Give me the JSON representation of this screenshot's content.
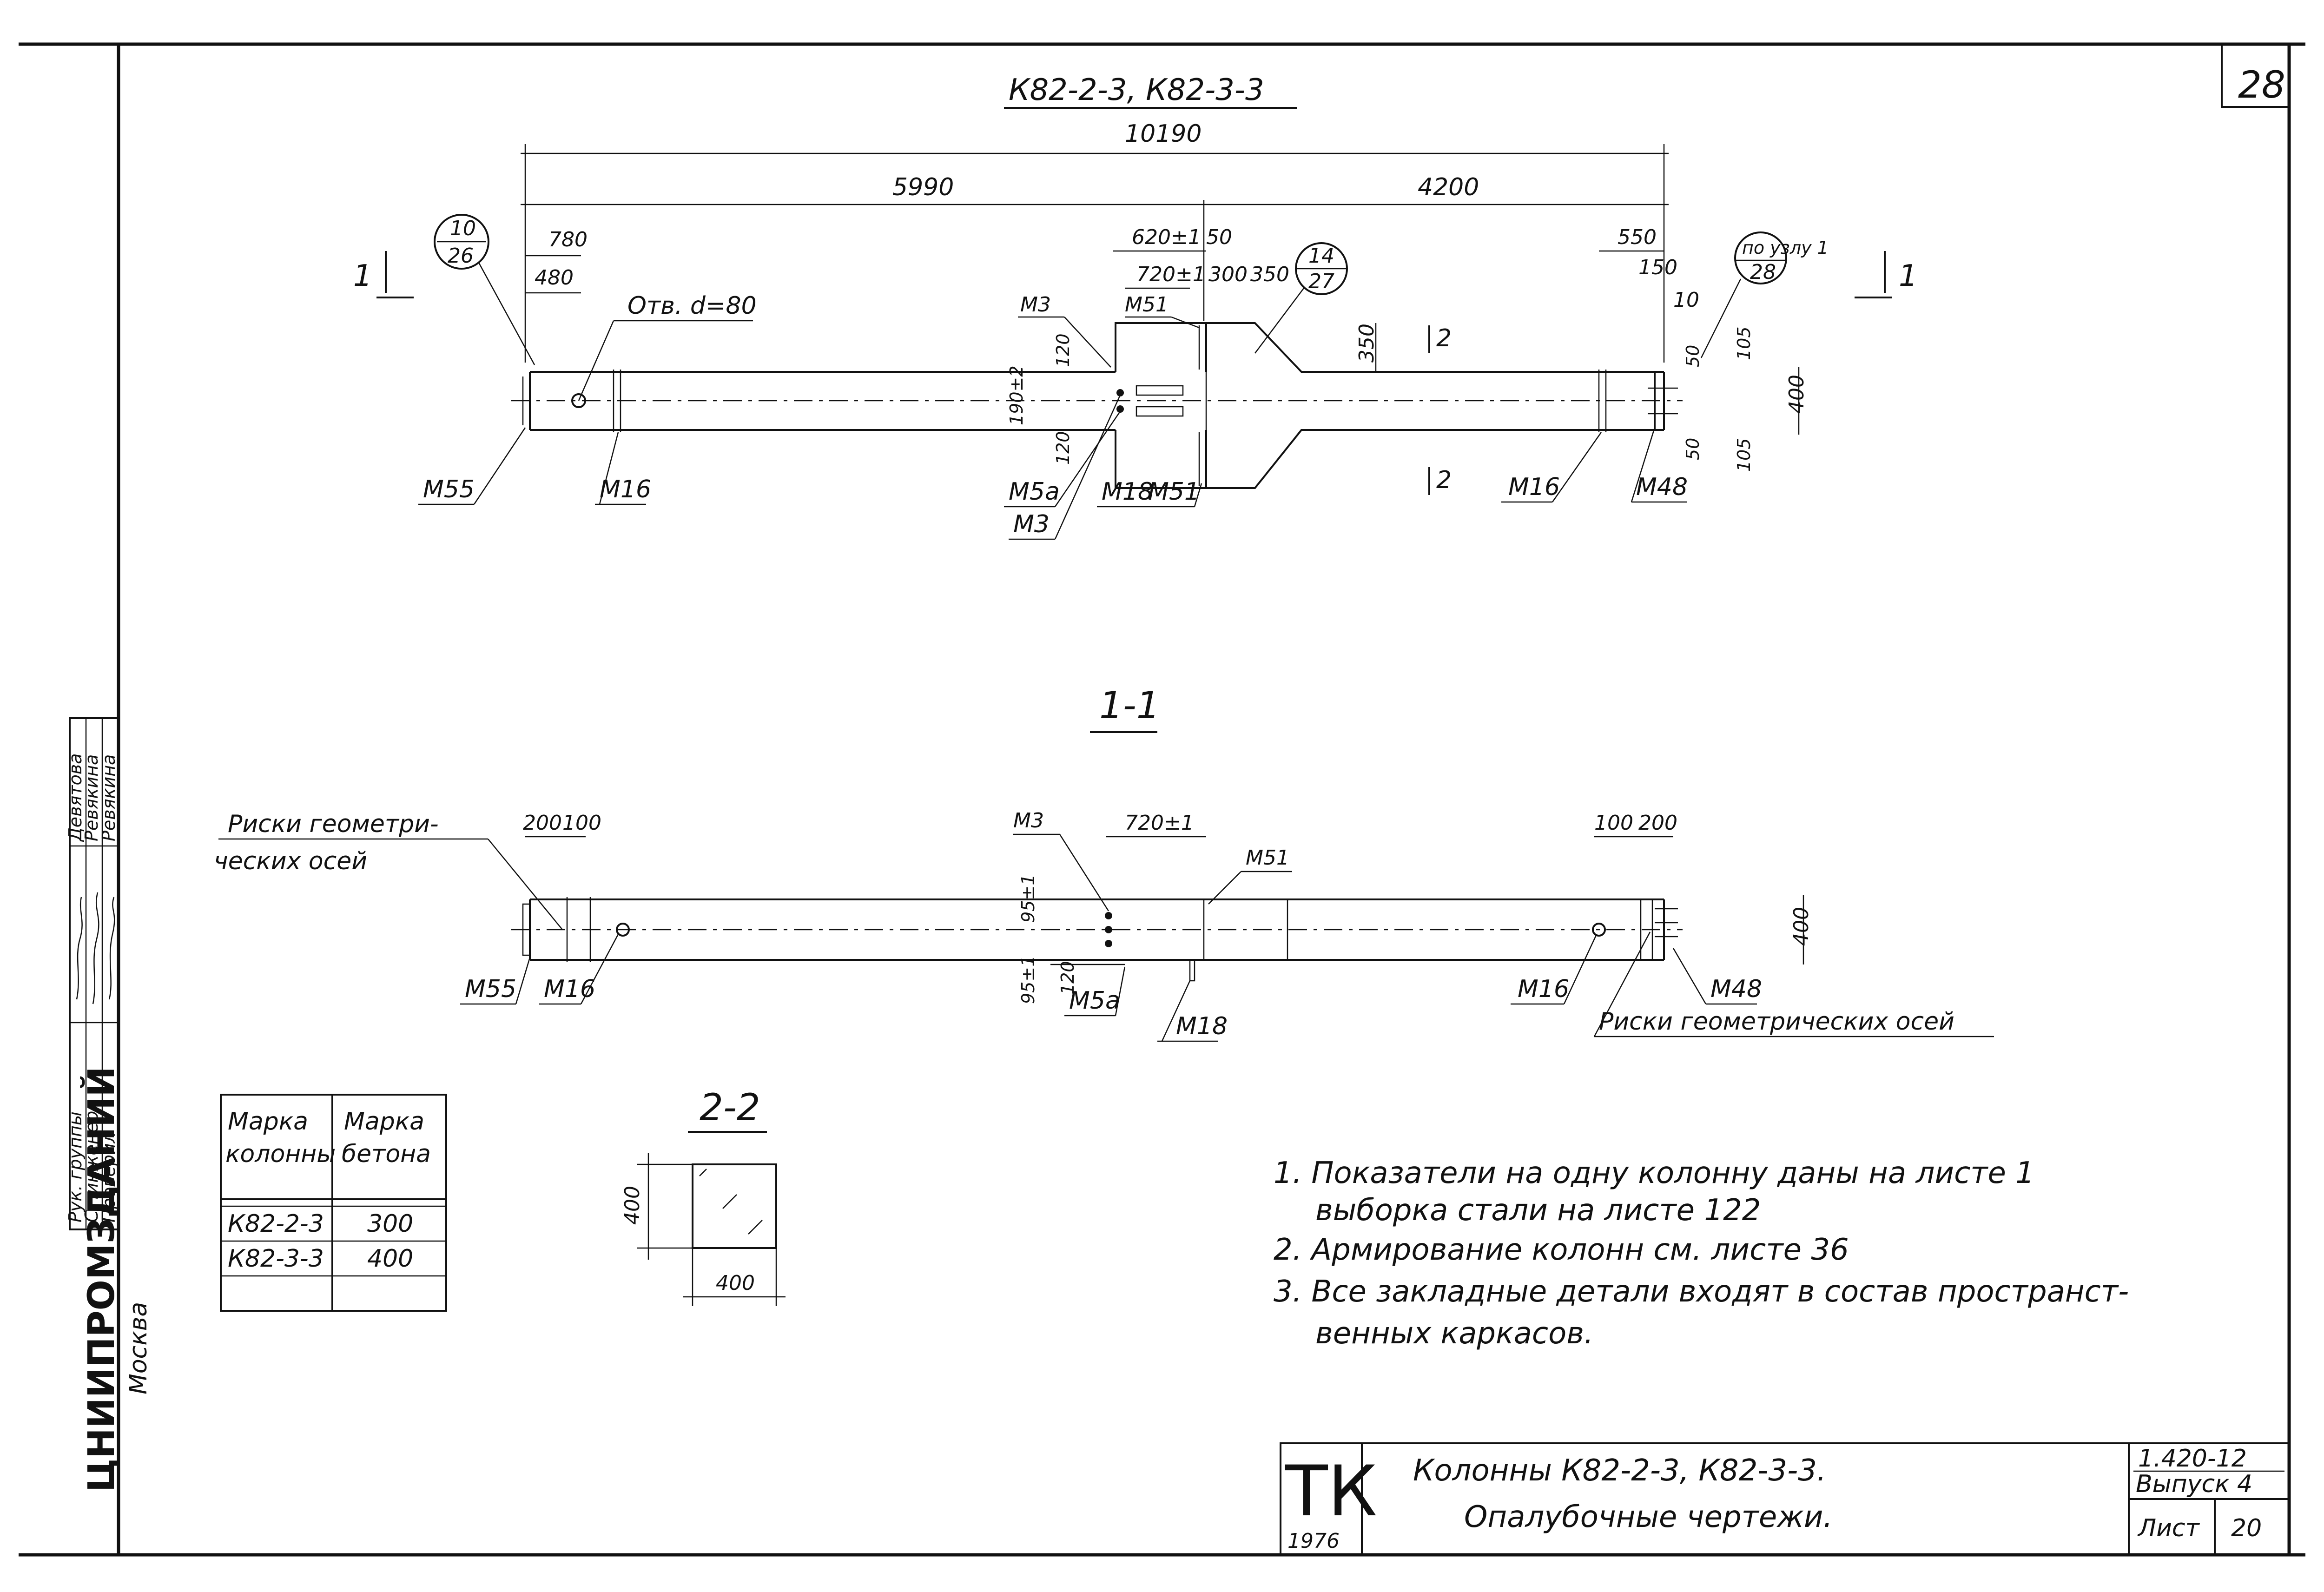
{
  "sheet_number": "28",
  "top_view": {
    "title": "К82-2-3, К82-3-3",
    "dims": {
      "overall": "10190",
      "left": "5990",
      "right": "4200",
      "d780": "780",
      "d480": "480",
      "d620": "620±1",
      "d50a": "50",
      "d720": "720±1",
      "d300": "300",
      "d350a": "350",
      "d550": "550",
      "d150": "150",
      "d10": "10",
      "d350b": "350",
      "d120a": "120",
      "d190": "190±2",
      "d120b": "120",
      "d50b": "50",
      "d50c": "50",
      "d105a": "105",
      "d105b": "105",
      "d400": "400"
    },
    "hole_label": "Отв. d=80",
    "bubble_left": {
      "top": "10",
      "bottom": "26"
    },
    "bubble_mid": {
      "top": "14",
      "bottom": "27"
    },
    "bubble_right": {
      "top": "по узлу 1",
      "bottom": "28"
    },
    "labels": {
      "m3_top": "М3",
      "m51_top": "М51",
      "m55": "М55",
      "m16_left": "М16",
      "m5a": "М5а",
      "m3_bottom": "М3",
      "m18": "М18",
      "m51_bottom": "М51",
      "m16_right": "М16",
      "m48": "М48"
    },
    "section_1_left": "1",
    "section_1_right": "1",
    "section_2_top": "2",
    "section_2_bottom": "2"
  },
  "section_1_1": {
    "title": "1-1",
    "risk_left": [
      "Риски геометри-",
      "ческих осей"
    ],
    "risk_right": "Риски геометрических осей",
    "dims": {
      "d200a": "200",
      "d100a": "100",
      "d720": "720±1",
      "d100b": "100",
      "d200b": "200",
      "d95a": "95±1",
      "d95b": "95±1",
      "d120": "120",
      "d400": "400"
    },
    "labels": {
      "m3": "М3",
      "m51": "М51",
      "m55": "М55",
      "m16_left": "М16",
      "m5a": "М5а",
      "m18": "М18",
      "m16_right": "М16",
      "m48": "М48"
    }
  },
  "section_2_2": {
    "title": "2-2",
    "dim_h": "400",
    "dim_w": "400"
  },
  "concrete_table": {
    "headers": [
      [
        "Марка",
        "колонны"
      ],
      [
        "Марка",
        "бетона"
      ]
    ],
    "rows": [
      [
        "К82-2-3",
        "300"
      ],
      [
        "К82-3-3",
        "400"
      ],
      [
        "",
        ""
      ]
    ]
  },
  "notes": [
    "1. Показатели на одну колонну даны на листе 1",
    "выборка стали на листе 122",
    "2. Армирование колонн см. листе 36",
    "3. Все закладные детали входят в состав пространст-",
    "венных каркасов."
  ],
  "side_stamp": {
    "org": "ЦНИИПРОМЗДАНИЙ",
    "city": "Москва",
    "roles": [
      "Рук. группы",
      "Ст.инженер",
      "Проверил"
    ],
    "names": [
      "Девятова",
      "Ревякина",
      "Ревякина"
    ]
  },
  "title_block": {
    "logo": "ТК",
    "year": "1976",
    "title_line1": "Колонны К82-2-3, К82-3-3.",
    "title_line2": "Опалубочные чертежи.",
    "series": "1.420-12",
    "issue": "Выпуск 4",
    "sheet_label": "Лист",
    "sheet_value": "20"
  }
}
